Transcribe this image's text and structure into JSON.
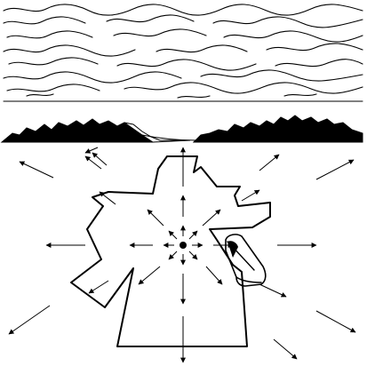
{
  "scene": {
    "description_icons": [
      "cloud-layer",
      "mountain-range",
      "landform-outline",
      "vanishing-point-dot",
      "boulder",
      "direction-arrows"
    ],
    "colors": {
      "ink": "#000000",
      "background": "#ffffff"
    }
  }
}
